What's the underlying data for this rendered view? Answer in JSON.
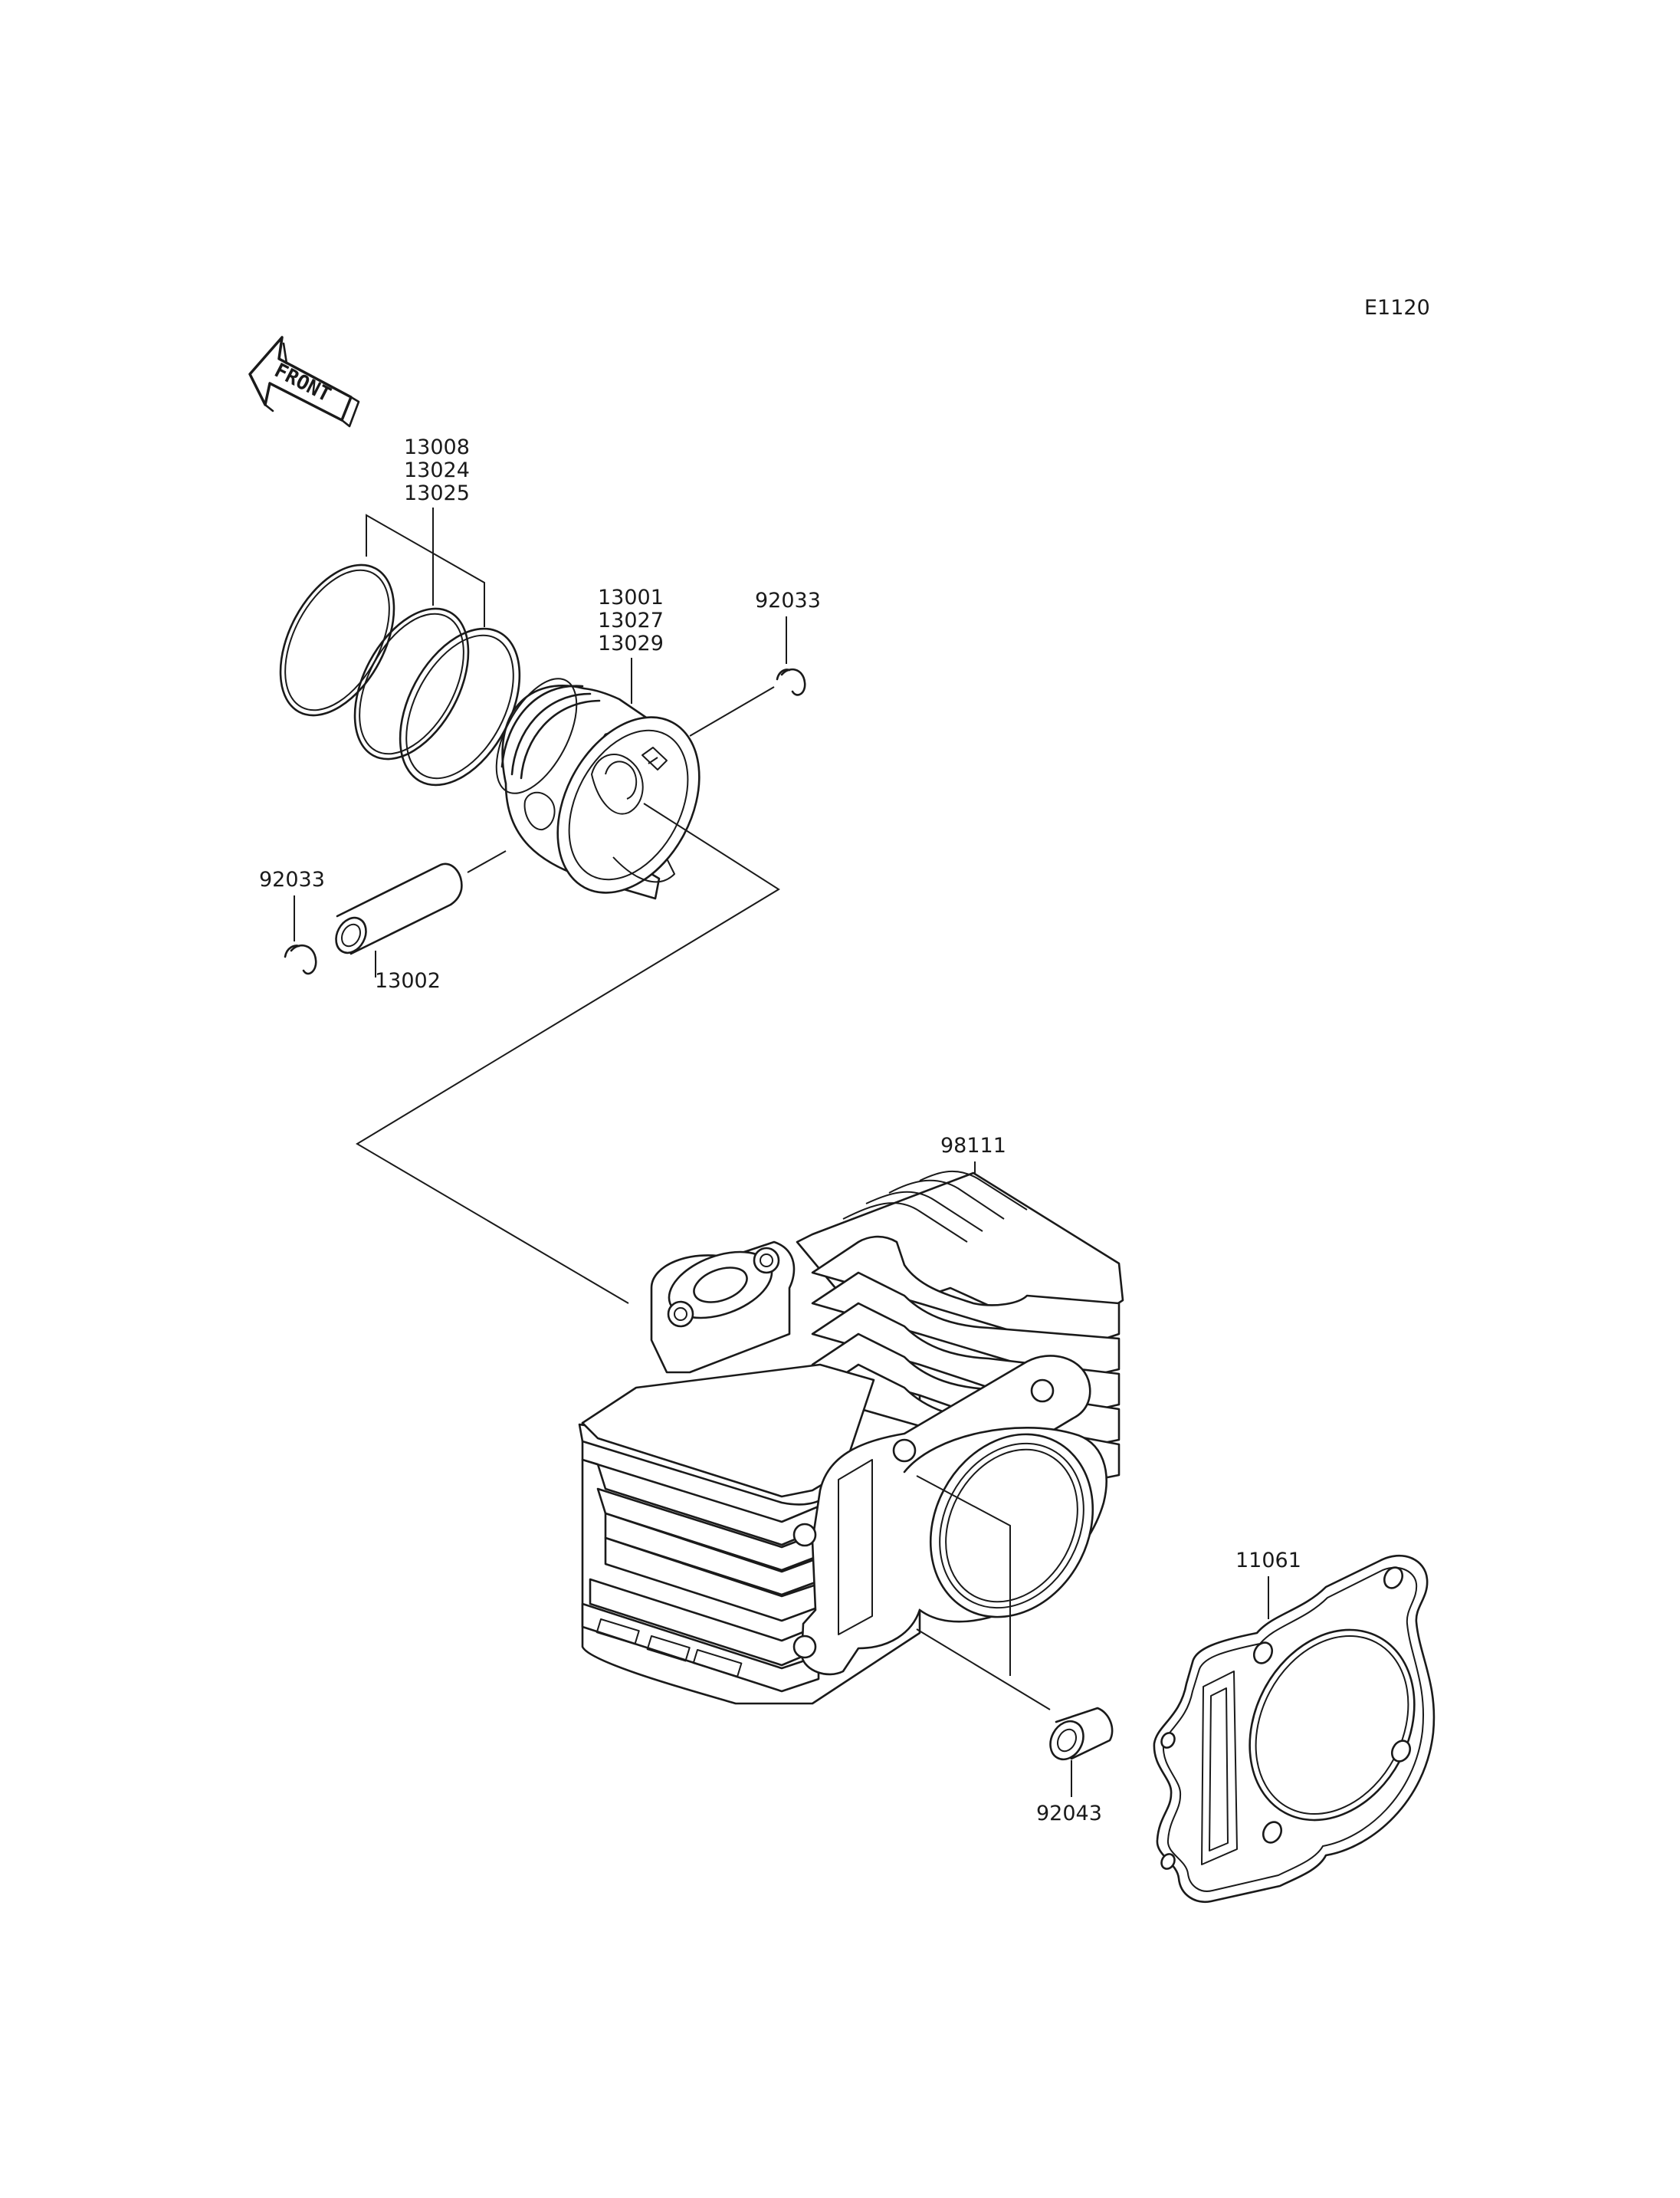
{
  "diagram_code": "E1120",
  "front_arrow": {
    "text": "FRONT"
  },
  "callouts": {
    "rings": [
      "13008",
      "13024",
      "13025"
    ],
    "piston": [
      "13001",
      "13027",
      "13029"
    ],
    "circlip_right": "92033",
    "circlip_left": "92033",
    "piston_pin": "13002",
    "cylinder": "98111",
    "gasket": "11061",
    "dowel_pin": "92043"
  }
}
